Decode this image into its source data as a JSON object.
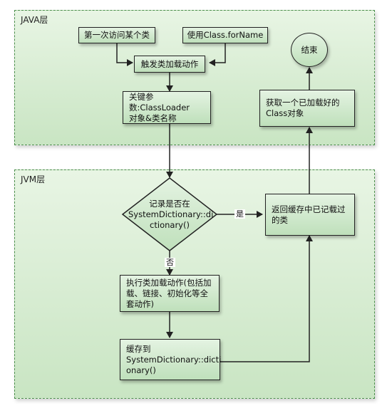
{
  "layers": {
    "java": "JAVA层",
    "jvm": "JVM层"
  },
  "nodes": {
    "first_access": "第一次访问某个类",
    "class_forname": "使用Class.forName",
    "trigger_load": "触发类加载动作",
    "key_params": "关键参数:ClassLoader\n对象&类名称",
    "end": "结束",
    "get_loaded": "获取一个已加载好的\nClass对象",
    "decision": "记录是否在\nSystemDictionary::di\nctionary()",
    "return_cached": "返回缓存中已记载过\n的类",
    "execute_load": "执行类加载动作(包括加\n载、链接、初始化等全\n套动作)",
    "cache_to": "缓存到\nSystemDictionary::dicti\nonary()"
  },
  "edges": {
    "yes": "是",
    "no": "否"
  },
  "colors": {
    "layer_border": "#4c8f4c",
    "node_fill_top": "#e4f3e2",
    "node_fill_bottom": "#bfe0bb",
    "stroke": "#222222"
  }
}
